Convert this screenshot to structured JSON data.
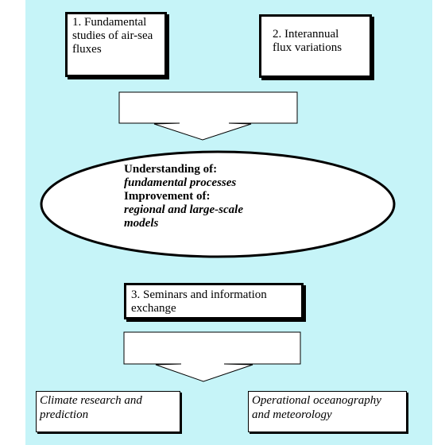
{
  "boxes": {
    "box1": [
      "1. Fundamental",
      "studies of air-sea",
      "fluxes"
    ],
    "box2": [
      "2. Interannual",
      "flux variations"
    ],
    "box3": [
      "3. Seminars and information",
      "exchange"
    ],
    "box4": [
      "Climate research and",
      "prediction"
    ],
    "box5": [
      "Operational oceanography",
      "and meteorology"
    ]
  },
  "ellipse": {
    "line1": "Understanding of:",
    "line2": "fundamental processes",
    "line3": "Improvement of:",
    "line4": "regional and large-scale",
    "line5": "models"
  },
  "colors": {
    "background": "#c6f4f8",
    "box_fill": "#ffffff",
    "stroke": "#000000"
  }
}
